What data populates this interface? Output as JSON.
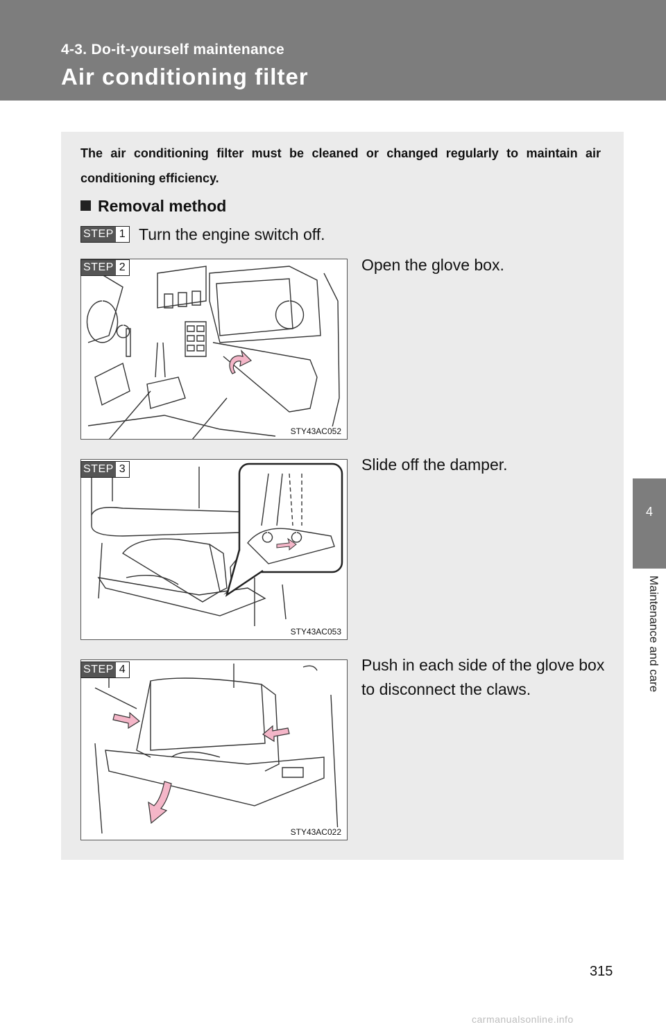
{
  "header": {
    "section": "4-3. Do-it-yourself maintenance",
    "title": "Air conditioning filter"
  },
  "side_tab": {
    "number": "4",
    "title": "Maintenance and care"
  },
  "intro": "The air conditioning filter must be cleaned or changed regularly to maintain air conditioning efficiency.",
  "subheading": "Removal method",
  "steps": [
    {
      "label": "STEP",
      "number": "1",
      "text": "Turn the engine switch off."
    },
    {
      "label": "STEP",
      "number": "2",
      "text": "Open the glove box.",
      "figure_code": "STY43AC052"
    },
    {
      "label": "STEP",
      "number": "3",
      "text": "Slide off the damper.",
      "figure_code": "STY43AC053"
    },
    {
      "label": "STEP",
      "number": "4",
      "text": "Push in each side of the glove box to disconnect the claws.",
      "figure_code": "STY43AC022"
    }
  ],
  "page_number": "315",
  "footer": "carmanualsonline.info",
  "colors": {
    "header": "#7d7d7d",
    "panel": "#ebebeb",
    "arrow": "#f4b6c8"
  }
}
